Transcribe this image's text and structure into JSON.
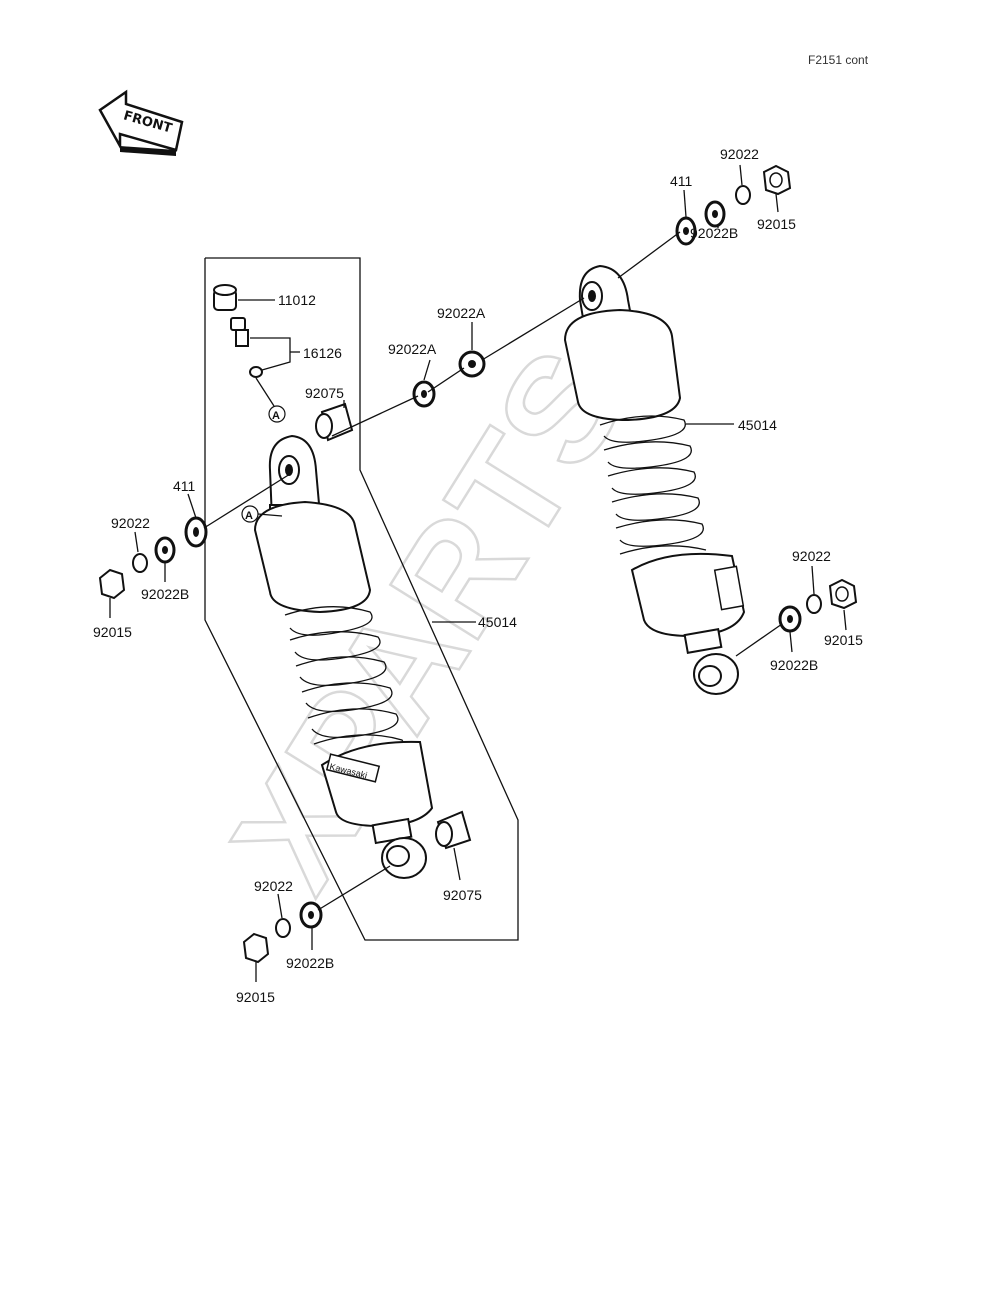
{
  "page_ref": "F2151 cont",
  "front_label": "FRONT",
  "circle_ref_label": "A",
  "watermark": "XPARTS",
  "labels": {
    "p11012": "11012",
    "p16126": "16126",
    "p92075_top": "92075",
    "p92022A_left": "92022A",
    "p92022A_right": "92022A",
    "p411_left": "411",
    "p92022_left_top": "92022",
    "p92022B_left_top": "92022B",
    "p92015_left_top": "92015",
    "p45014_left": "45014",
    "p92075_bottom": "92075",
    "p92022_left_bottom": "92022",
    "p92022B_left_bottom": "92022B",
    "p92015_left_bottom": "92015",
    "p411_right": "411",
    "p92022_right_top": "92022",
    "p92015_right_top": "92015",
    "p92022B_right_top": "92022B",
    "p45014_right": "45014",
    "p92022_right_bottom": "92022",
    "p92015_right_bottom": "92015",
    "p92022B_right_bottom": "92022B"
  },
  "shock_brand_text": "Kawasaki"
}
